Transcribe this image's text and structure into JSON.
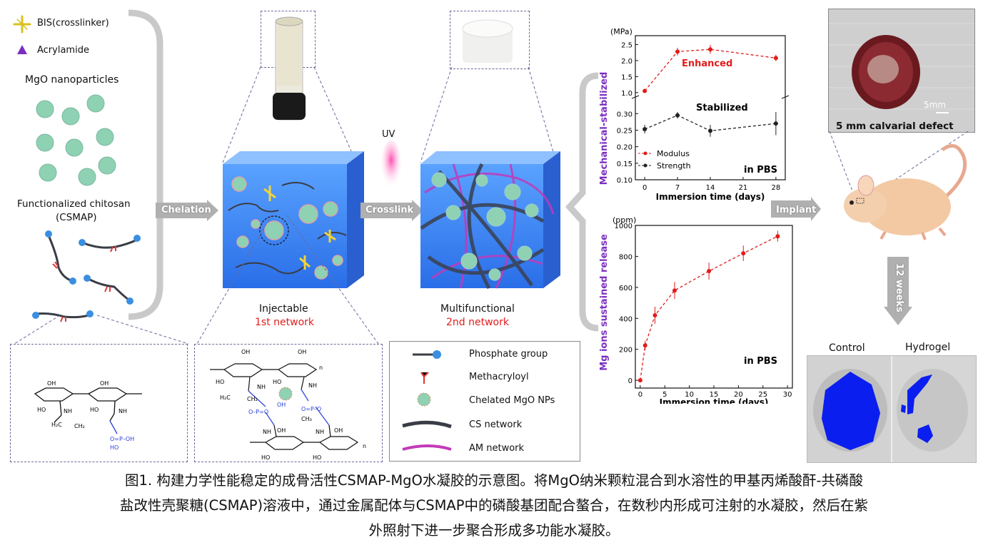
{
  "left": {
    "legend_bis": "BIS(crosslinker)",
    "legend_acrylamide": "Acrylamide",
    "mgo_label": "MgO nanoparticles",
    "chitosan_label_1": "Functionalized chitosan",
    "chitosan_label_2": "(CSMAP)"
  },
  "arrows": {
    "chelation": "Chelation",
    "crosslink": "Crosslink",
    "uv": "UV",
    "implant": "Implant",
    "weeks": "12 weeks"
  },
  "networks": {
    "first_title": "Injectable",
    "first_sub": "1st network",
    "second_title": "Multifunctional",
    "second_sub": "2nd network"
  },
  "key": {
    "phosphate": "Phosphate group",
    "methacryloyl": "Methacryloyl",
    "chelated": "Chelated MgO NPs",
    "cs": "CS network",
    "am": "AM network"
  },
  "colors": {
    "red": "#e21c1c",
    "purple": "#7b2fbf",
    "blue_gel": "#2f6cf0",
    "nanoparticle": "#8fd1b3"
  },
  "chart_data": [
    {
      "type": "line",
      "ylabel": "Mechanical-stabilized",
      "unit": "(MPa)",
      "xlabel": "Immersion time (days)",
      "x": [
        0,
        7,
        14,
        21,
        28
      ],
      "yticks_upper": [
        "1.0",
        "1.5",
        "2.0",
        "2.5"
      ],
      "yticks_lower": [
        "0.10",
        "0.15",
        "0.20",
        "0.25",
        "0.30"
      ],
      "series": [
        {
          "name": "Modulus",
          "x": [
            0,
            7,
            14,
            28
          ],
          "values": [
            1.05,
            2.28,
            2.35,
            2.08
          ],
          "error": [
            0.03,
            0.12,
            0.14,
            0.1
          ]
        },
        {
          "name": "Strength",
          "x": [
            0,
            7,
            14,
            28
          ],
          "values": [
            0.253,
            0.295,
            0.248,
            0.27
          ],
          "error": [
            0.013,
            0.01,
            0.018,
            0.035
          ]
        }
      ],
      "annotations": [
        "Enhanced",
        "Stabilized",
        "in PBS"
      ]
    },
    {
      "type": "line",
      "ylabel": "Mg ions sustained release",
      "unit": "(ppm)",
      "xlabel": "Immersion time (days)",
      "xticks": [
        "0",
        "5",
        "10",
        "15",
        "20",
        "25",
        "30"
      ],
      "yticks": [
        "0",
        "200",
        "400",
        "600",
        "800",
        "1000"
      ],
      "ylim": [
        -50,
        1000
      ],
      "xlim": [
        -1,
        31
      ],
      "series": [
        {
          "x": [
            0,
            1,
            3,
            7,
            14,
            21,
            28
          ],
          "values": [
            0,
            225,
            420,
            580,
            705,
            820,
            930
          ],
          "error": [
            0,
            30,
            55,
            55,
            55,
            50,
            35
          ]
        }
      ],
      "annotations": [
        "in PBS"
      ]
    }
  ],
  "photo": {
    "scale": "5mm",
    "caption": "5 mm calvarial defect"
  },
  "result": {
    "control": "Control",
    "hydrogel": "Hydrogel"
  },
  "caption": {
    "line1": "图1. 构建力学性能稳定的成骨活性CSMAP-MgO水凝胶的示意图。将MgO纳米颗粒混合到水溶性的甲基丙烯酸酐-共磷酸",
    "line2": "盐改性壳聚糖(CSMAP)溶液中，通过金属配体与CSMAP中的磷酸基团配合螯合，在数秒内形成可注射的水凝胶，然后在紫",
    "line3": "外照射下进一步聚合形成多功能水凝胶。"
  }
}
